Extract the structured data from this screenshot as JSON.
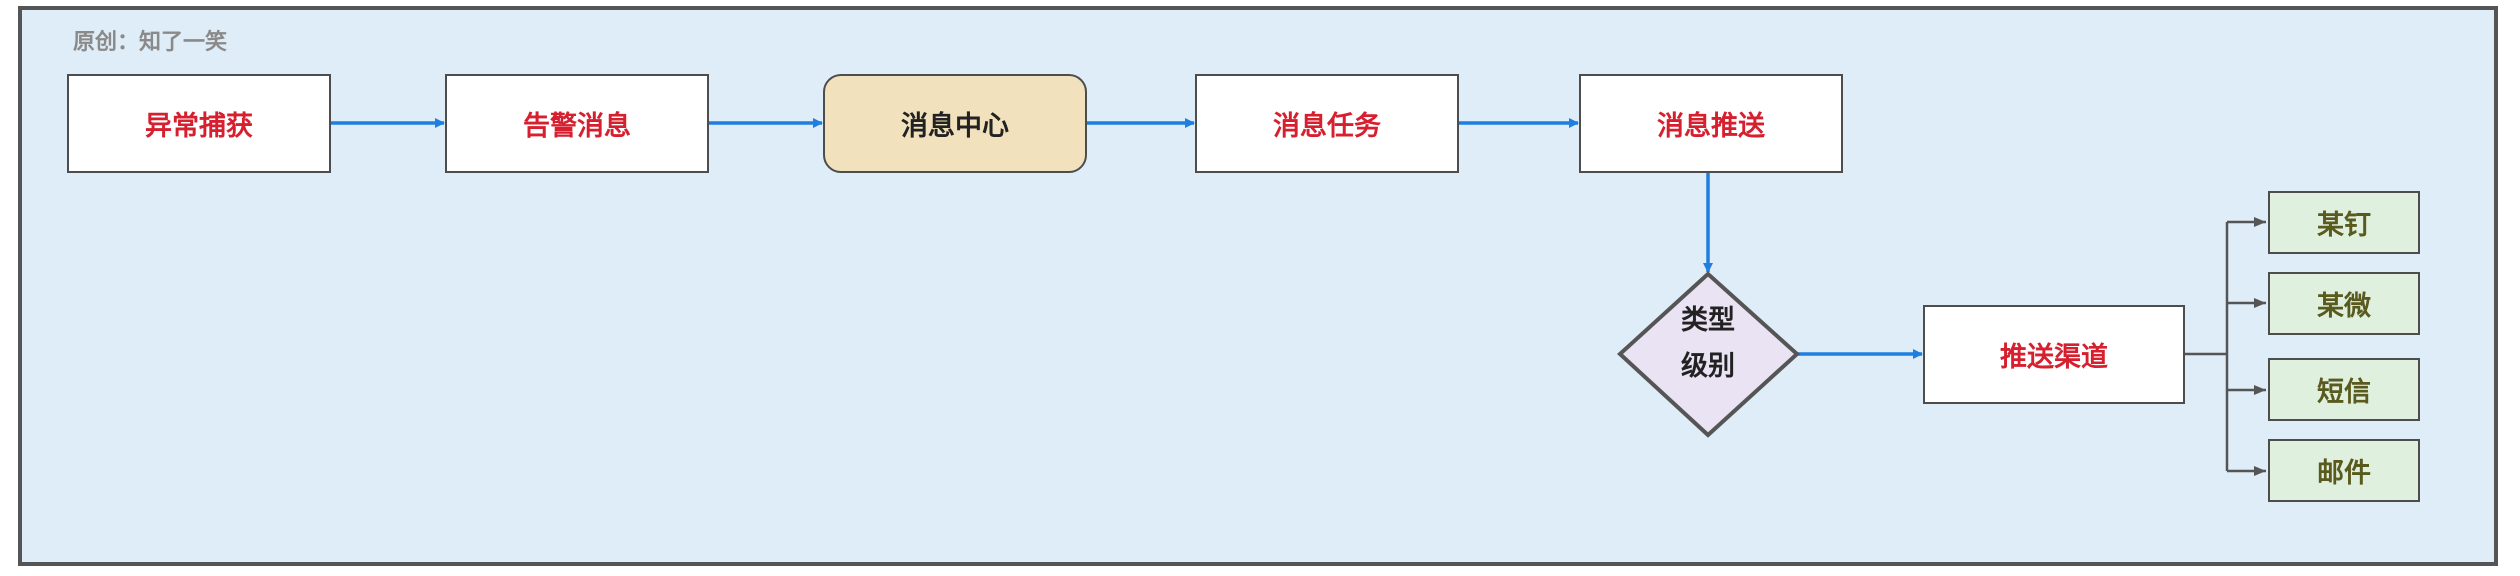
{
  "credit": "原创：知了一笑",
  "nodes": {
    "exception_capture": "异常捕获",
    "alert_message": "告警消息",
    "message_center": "消息中心",
    "message_task": "消息任务",
    "message_push": "消息推送",
    "type_level": [
      "类型",
      "级别"
    ],
    "push_channel": "推送渠道",
    "channels": [
      "某钉",
      "某微",
      "短信",
      "邮件"
    ]
  },
  "colors": {
    "background": "#dfedf8",
    "arrow": "#1f7fe0",
    "red_text": "#d6202f",
    "center_fill": "#f1e2bd",
    "diamond_fill": "#e9e3f4",
    "channel_fill": "#dff0de"
  }
}
